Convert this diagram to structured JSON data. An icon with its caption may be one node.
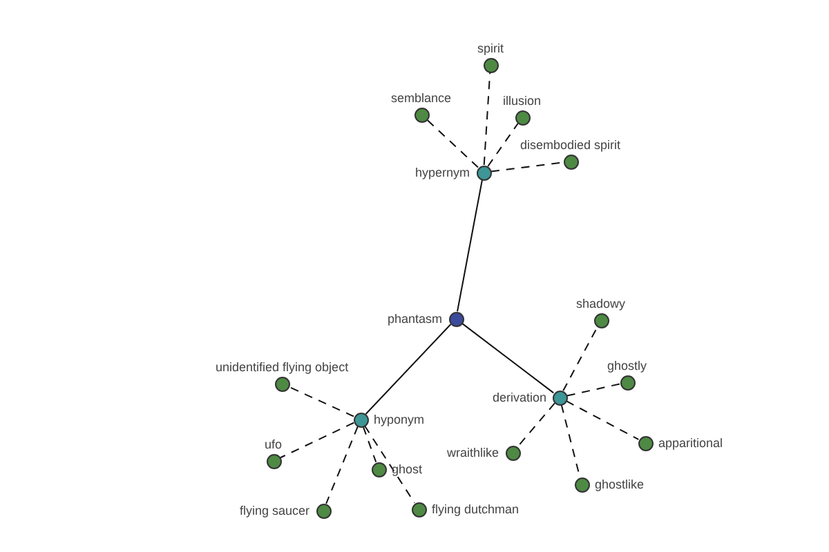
{
  "diagram": {
    "nodes": [
      {
        "text": [
          "phantasm"
        ]
      },
      {
        "text": [
          "hypernym"
        ]
      },
      {
        "text": [
          "hyponym"
        ]
      },
      {
        "text": [
          "derivation"
        ]
      },
      {
        "text": [
          "spirit"
        ]
      },
      {
        "text": [
          "semblance"
        ]
      },
      {
        "text": [
          "illusion"
        ]
      },
      {
        "text": [
          "disembodied spirit"
        ]
      },
      {
        "text": [
          "unidentified flying object"
        ]
      },
      {
        "text": [
          "ufo"
        ]
      },
      {
        "text": [
          "ghost"
        ]
      },
      {
        "text": [
          "flying saucer"
        ]
      },
      {
        "text": [
          "flying dutchman"
        ]
      },
      {
        "text": [
          "shadowy"
        ]
      },
      {
        "text": [
          "ghostly"
        ]
      },
      {
        "text": [
          "apparitional"
        ]
      },
      {
        "text": [
          "wraithlike"
        ]
      },
      {
        "text": [
          "ghostlike"
        ]
      }
    ],
    "edges": [
      {
        "from": 0,
        "to": 1,
        "arrow": "none"
      },
      {
        "from": 0,
        "to": 2,
        "arrow": "none"
      },
      {
        "from": 0,
        "to": 3,
        "arrow": "none"
      },
      {
        "from": 1,
        "to": 4,
        "arrow": "none",
        "style": "dashed"
      },
      {
        "from": 1,
        "to": 5,
        "arrow": "none",
        "style": "dashed"
      },
      {
        "from": 1,
        "to": 6,
        "arrow": "none",
        "style": "dashed"
      },
      {
        "from": 1,
        "to": 7,
        "arrow": "none",
        "style": "dashed"
      },
      {
        "from": 2,
        "to": 8,
        "arrow": "none",
        "style": "dashed"
      },
      {
        "from": 2,
        "to": 9,
        "arrow": "none",
        "style": "dashed"
      },
      {
        "from": 2,
        "to": 10,
        "arrow": "none",
        "style": "dashed"
      },
      {
        "from": 2,
        "to": 11,
        "arrow": "none",
        "style": "dashed"
      },
      {
        "from": 2,
        "to": 12,
        "arrow": "none",
        "style": "dashed"
      },
      {
        "from": 3,
        "to": 13,
        "arrow": "none",
        "style": "dashed"
      },
      {
        "from": 3,
        "to": 14,
        "arrow": "none",
        "style": "dashed"
      },
      {
        "from": 3,
        "to": 15,
        "arrow": "none",
        "style": "dashed"
      },
      {
        "from": 3,
        "to": 16,
        "arrow": "none",
        "style": "dashed"
      },
      {
        "from": 3,
        "to": 17,
        "arrow": "none",
        "style": "dashed"
      }
    ]
  }
}
